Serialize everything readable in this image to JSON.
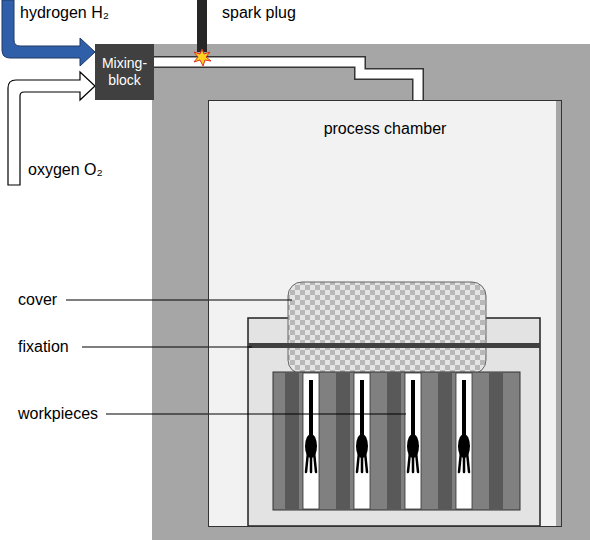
{
  "diagram": {
    "nodes": [
      {
        "text": [
          "Mixing- block"
        ]
      },
      {
        "text": [
          "process chamber"
        ]
      }
    ],
    "edges": [
      {
        "from": 0,
        "to": 1,
        "arrow": "none"
      }
    ],
    "labels": [
      "hydrogen H₂",
      "spark plug",
      "oxygen O₂",
      "cover",
      "fixation",
      "workpieces"
    ]
  }
}
